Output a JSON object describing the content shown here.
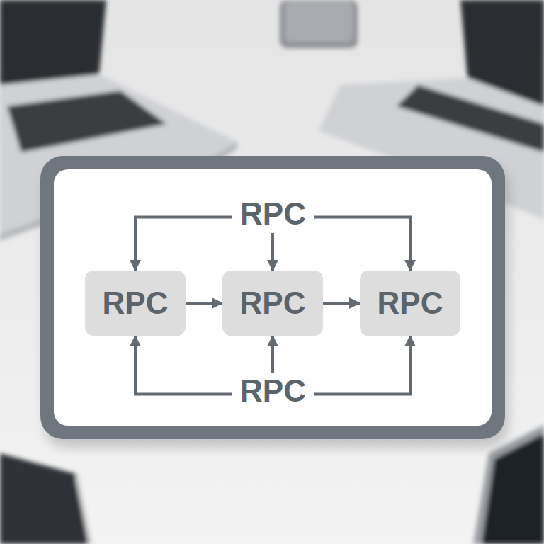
{
  "diagram": {
    "nodes": [
      {
        "text": [
          "RPC"
        ]
      },
      {
        "text": [
          "RPC"
        ]
      },
      {
        "text": [
          "RPC"
        ]
      },
      {
        "text": [
          "RPC"
        ]
      },
      {
        "text": [
          "RPC"
        ]
      }
    ],
    "edges": [
      {
        "from": 0,
        "to": 1,
        "arrow": "to"
      },
      {
        "from": 0,
        "to": 2,
        "arrow": "to"
      },
      {
        "from": 0,
        "to": 3,
        "arrow": "to"
      },
      {
        "from": 1,
        "to": 2,
        "arrow": "to"
      },
      {
        "from": 2,
        "to": 3,
        "arrow": "to"
      },
      {
        "from": 4,
        "to": 1,
        "arrow": "to"
      },
      {
        "from": 4,
        "to": 2,
        "arrow": "to"
      },
      {
        "from": 4,
        "to": 3,
        "arrow": "to"
      }
    ]
  }
}
